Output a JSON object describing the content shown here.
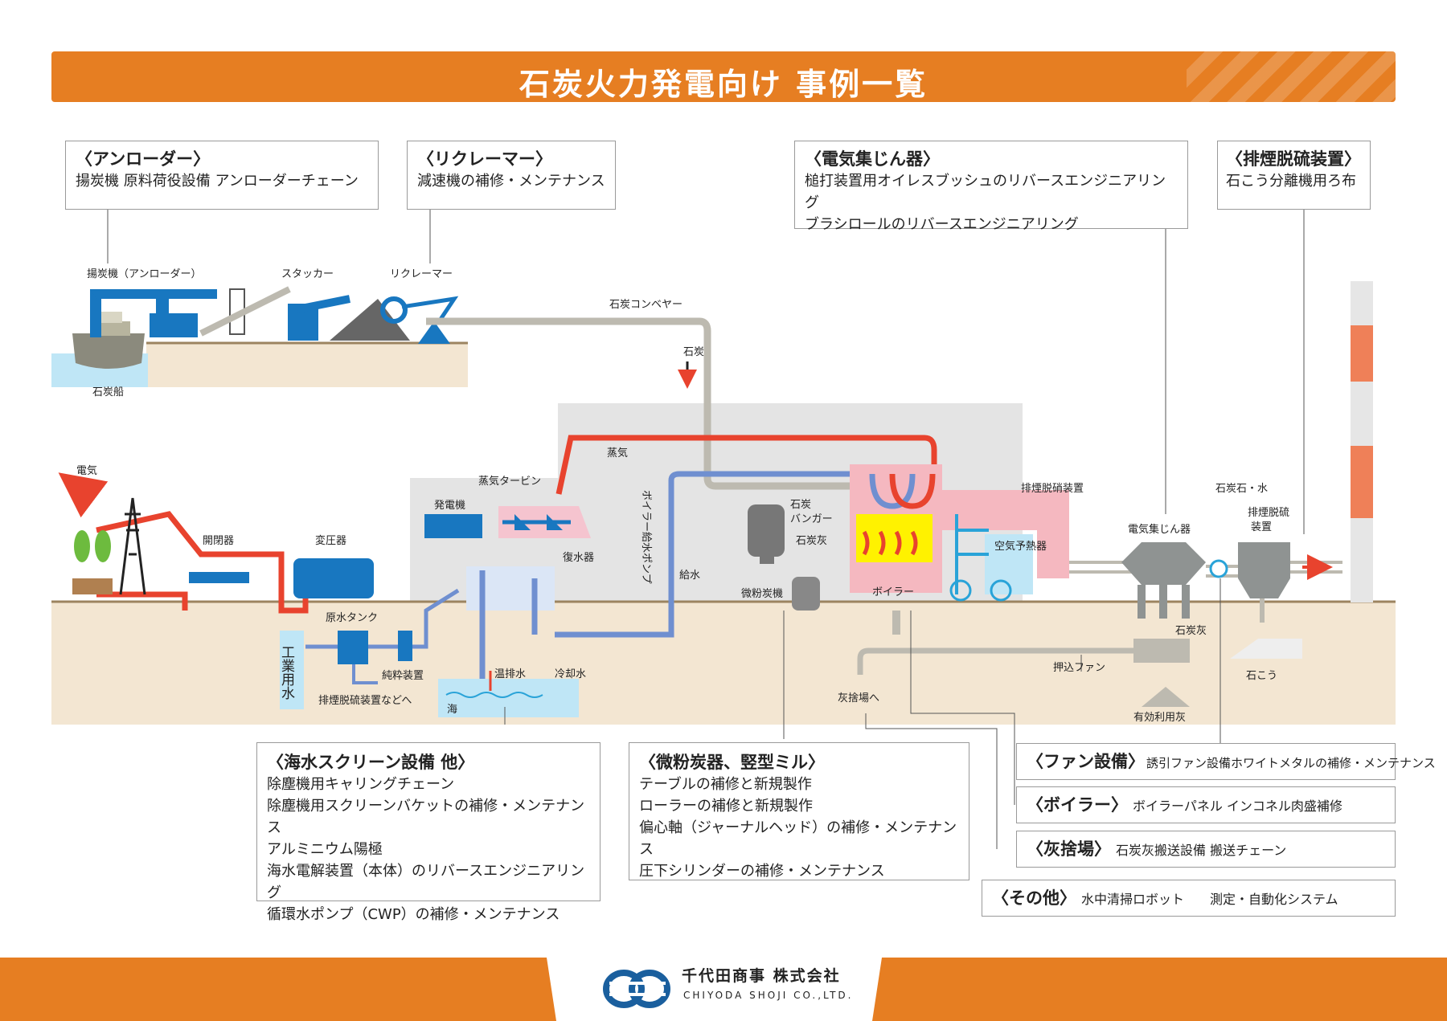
{
  "title": "石炭火力発電向け 事例一覧",
  "boxes": {
    "unloader": {
      "heading": "〈アンローダー〉",
      "lines": [
        "揚炭機 原料荷役設備 アンローダーチェーン"
      ]
    },
    "reclaimer": {
      "heading": "〈リクレーマー〉",
      "lines": [
        "減速機の補修・メンテナンス"
      ]
    },
    "esp": {
      "heading": "〈電気集じん器〉",
      "lines": [
        "槌打装置用オイレスブッシュのリバースエンジニアリング",
        "ブラシロールのリバースエンジニアリング"
      ]
    },
    "fgd": {
      "heading": "〈排煙脱硫装置〉",
      "lines": [
        "石こう分離機用ろ布"
      ]
    },
    "seawater": {
      "heading": "〈海水スクリーン設備 他〉",
      "lines": [
        "除塵機用キャリングチェーン",
        "除塵機用スクリーンバケットの補修・メンテナンス",
        "アルミニウム陽極",
        "海水電解装置（本体）のリバースエンジニアリング",
        "循環水ポンプ（CWP）の補修・メンテナンス"
      ]
    },
    "mill": {
      "heading": "〈微粉炭器、竪型ミル〉",
      "lines": [
        "テーブルの補修と新規製作",
        "ローラーの補修と新規製作",
        "偏心軸（ジャーナルヘッド）の補修・メンテナンス",
        "圧下シリンダーの補修・メンテナンス"
      ]
    },
    "fan": {
      "heading": "〈ファン設備〉",
      "text": "誘引ファン設備ホワイトメタルの補修・メンテナンス"
    },
    "boiler": {
      "heading": "〈ボイラー〉",
      "text": "ボイラーパネル インコネル肉盛補修"
    },
    "ash": {
      "heading": "〈灰捨場〉",
      "text": "石炭灰搬送設備 搬送チェーン"
    },
    "other": {
      "heading": "〈その他〉",
      "text": "水中清掃ロボット　　測定・自動化システム"
    }
  },
  "labels": {
    "unloader": "揚炭機（アンローダー）",
    "stacker": "スタッカー",
    "reclaimer": "リクレーマー",
    "coal_ship": "石炭船",
    "coal_conveyor": "石炭コンベヤー",
    "coal": "石炭",
    "steam": "蒸気",
    "electricity": "電気",
    "switchgear": "開閉器",
    "transformer": "変圧器",
    "generator": "発電機",
    "steam_turbine": "蒸気タービン",
    "condenser": "復水器",
    "feedwater_pump": "ボイラー給水ポンプ",
    "feedwater": "給水",
    "coal_bunker_1": "石炭",
    "coal_bunker_2": "バンガー",
    "coal_ash_top": "石炭灰",
    "pulverizer": "微粉炭機",
    "boiler": "ボイラー",
    "denox": "排煙脱硝装置",
    "air_preheater": "空気予熱器",
    "esp": "電気集じん器",
    "limestone_water": "石炭石・水",
    "fgd_1": "排煙脱硫",
    "fgd_2": "装置",
    "coal_ash": "石炭灰",
    "gypsum": "石こう",
    "fdf": "押込ファン",
    "effective_use_ash": "有効利用灰",
    "to_ash_site": "灰捨場へ",
    "industrial_water": "工業用水",
    "raw_water_tank": "原水タンク",
    "purifier": "純粋装置",
    "to_fgd": "排煙脱硫装置などへ",
    "warm_discharge": "温排水",
    "cooling_water": "冷却水",
    "sea": "海"
  },
  "company": {
    "name_jp": "千代田商事 株式会社",
    "name_en": "CHIYODA SHOJI CO.,LTD."
  },
  "colors": {
    "accent": "#e67e22",
    "steam": "#e8432e",
    "water": "#6f8fd0",
    "coal": "#bdbab0",
    "equipment": "#1877c0",
    "ground": "#f3e6d2",
    "plant_bg": "#e4e4e4",
    "boiler": "#f5b8c0"
  }
}
